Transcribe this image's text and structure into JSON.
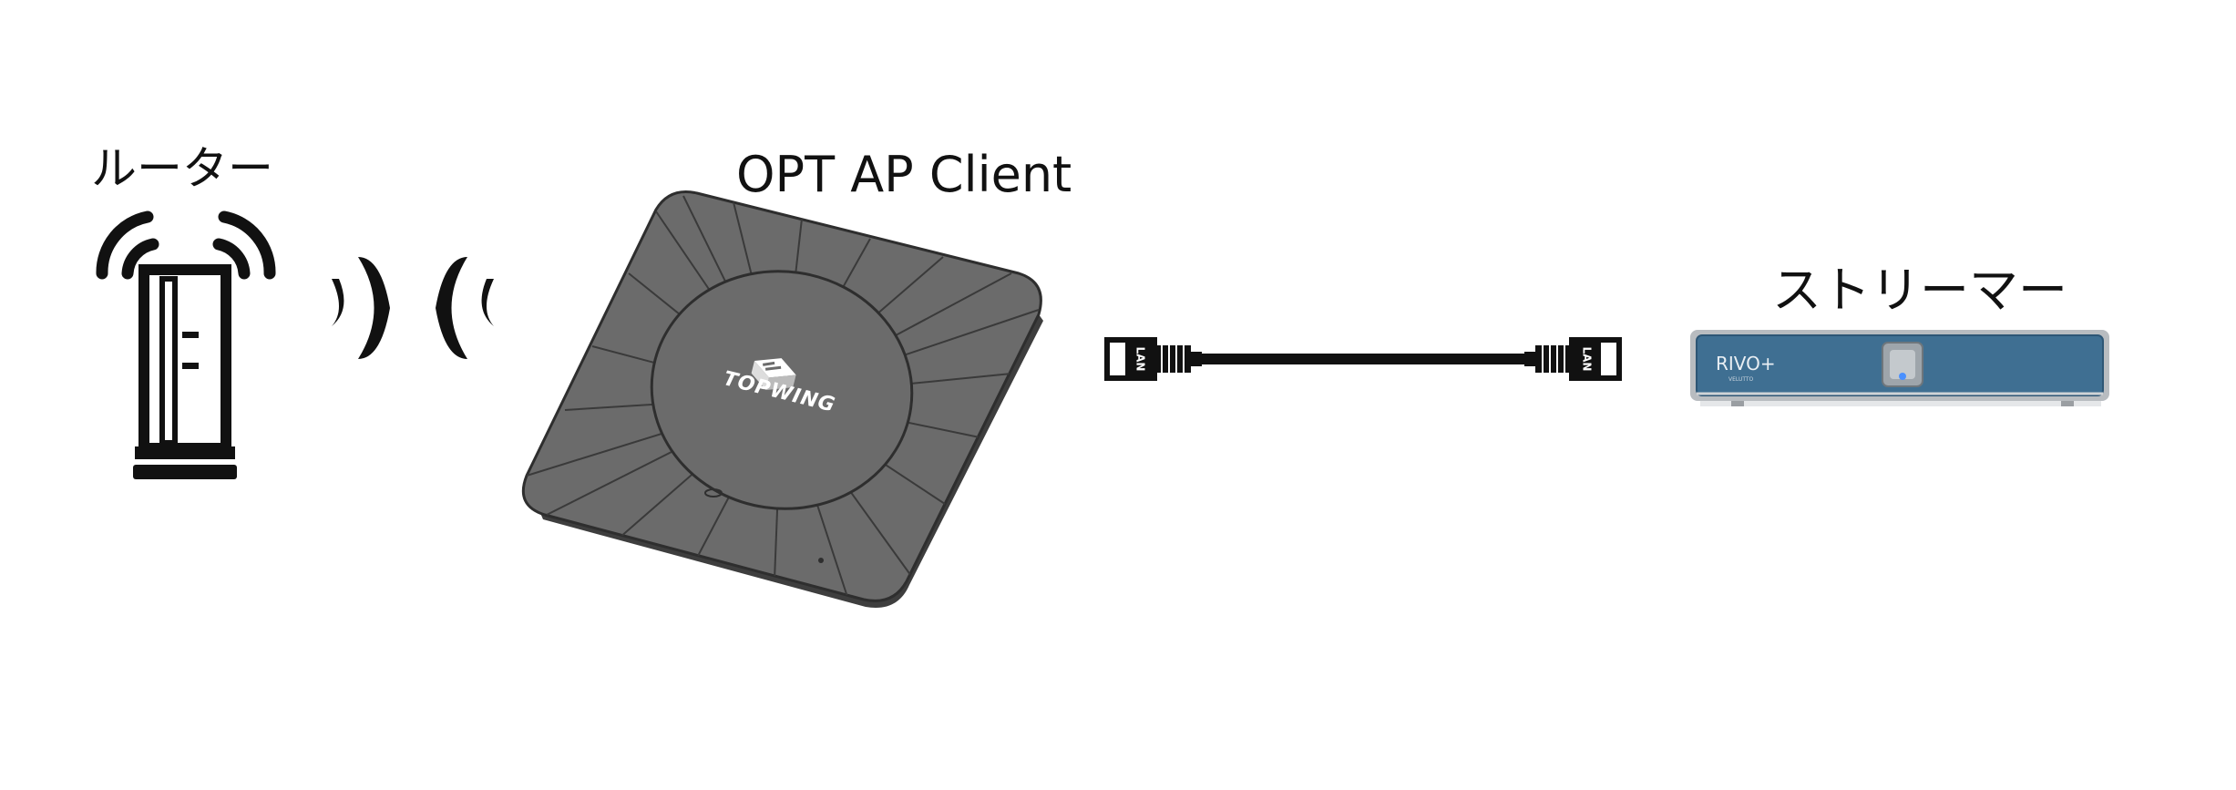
{
  "labels": {
    "router": "ルーター",
    "ap_client": "OPT AP Client",
    "streamer": "ストリーマー"
  },
  "device_text": {
    "ap_brand": "TOPWING",
    "cable_left": "LAN",
    "cable_right": "LAN",
    "streamer_brand": "RIVO+",
    "streamer_sub": "VELUTTO"
  },
  "colors": {
    "icon": "#111111",
    "ap_body": "#6b6b6b",
    "ap_edge": "#3a3a3a",
    "streamer_panel": "#3f6f92",
    "streamer_frame": "#b8bcc0",
    "streamer_led": "#4a90ff"
  }
}
